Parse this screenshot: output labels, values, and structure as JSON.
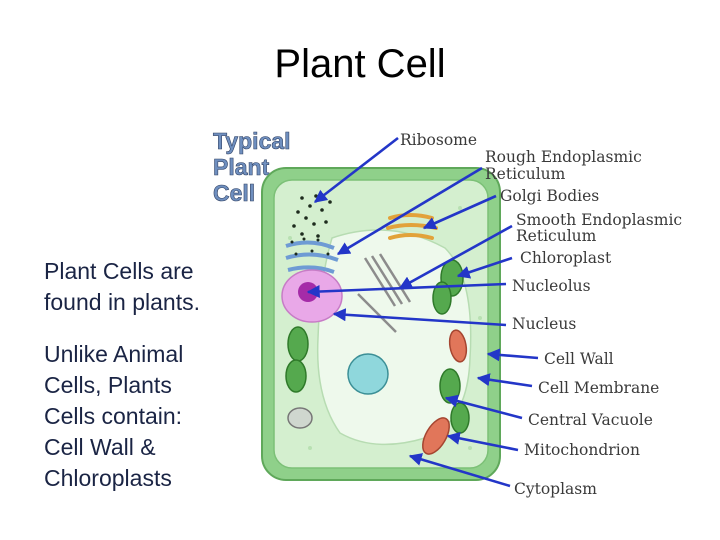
{
  "slide": {
    "title": "Plant Cell",
    "paragraph1": [
      "Plant Cells are",
      "found in plants."
    ],
    "paragraph2": [
      "Unlike Animal",
      "Cells, Plants",
      "Cells contain:",
      "Cell Wall &",
      "Chloroplasts"
    ]
  },
  "diagram": {
    "heading": [
      "Typical",
      "Plant",
      "Cell"
    ],
    "labels": [
      [
        "Ribosome"
      ],
      [
        "Rough Endoplasmic",
        "Reticulum"
      ],
      [
        "Golgi Bodies"
      ],
      [
        "Smooth Endoplasmic",
        "Reticulum"
      ],
      [
        "Chloroplast"
      ],
      [
        "Nucleolus"
      ],
      [
        "Nucleus"
      ],
      [
        "Cell Wall"
      ],
      [
        "Cell Membrane"
      ],
      [
        "Central Vacuole"
      ],
      [
        "Mitochondrion"
      ],
      [
        "Cytoplasm"
      ]
    ],
    "colors": {
      "arrow": "#2336c8",
      "cell_wall": "#8fd08a",
      "cytoplasm": "#d4efcf",
      "vacuole": "#eef9ec",
      "nucleus": "#e9a8e8",
      "nucleolus": "#a52ba8",
      "heading": "#6f8fbf",
      "text": "#1a2444"
    }
  }
}
